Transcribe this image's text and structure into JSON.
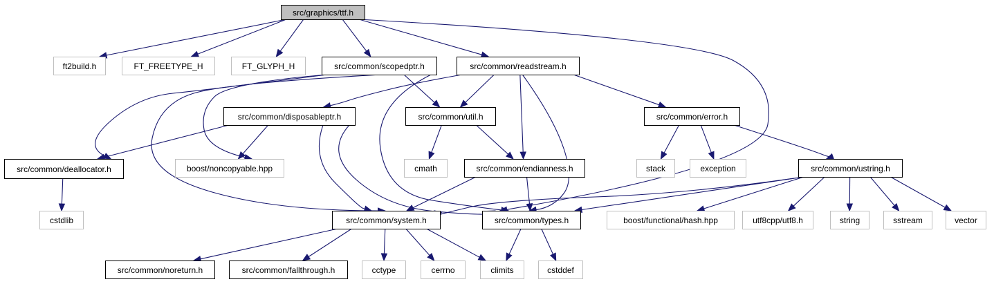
{
  "colors": {
    "edge": "#191970",
    "root_fill": "#bfbfbf",
    "root_stroke": "#000000",
    "documented_stroke": "#000000",
    "external_stroke": "#bfbfbf",
    "external_text": "#000000"
  },
  "nodes": [
    {
      "id": "ttf_h",
      "label": "src/graphics/ttf.h",
      "kind": "root"
    },
    {
      "id": "ft2build",
      "label": "ft2build.h",
      "kind": "external"
    },
    {
      "id": "ft_freetype",
      "label": "FT_FREETYPE_H",
      "kind": "external"
    },
    {
      "id": "ft_glyph",
      "label": "FT_GLYPH_H",
      "kind": "external"
    },
    {
      "id": "scopedptr",
      "label": "src/common/scopedptr.h",
      "kind": "documented"
    },
    {
      "id": "readstream",
      "label": "src/common/readstream.h",
      "kind": "documented"
    },
    {
      "id": "disposableptr",
      "label": "src/common/disposableptr.h",
      "kind": "documented"
    },
    {
      "id": "util",
      "label": "src/common/util.h",
      "kind": "documented"
    },
    {
      "id": "error",
      "label": "src/common/error.h",
      "kind": "documented"
    },
    {
      "id": "deallocator",
      "label": "src/common/deallocator.h",
      "kind": "documented"
    },
    {
      "id": "noncopyable",
      "label": "boost/noncopyable.hpp",
      "kind": "external"
    },
    {
      "id": "cmath",
      "label": "cmath",
      "kind": "external"
    },
    {
      "id": "endianness",
      "label": "src/common/endianness.h",
      "kind": "documented"
    },
    {
      "id": "stack",
      "label": "stack",
      "kind": "external"
    },
    {
      "id": "exception",
      "label": "exception",
      "kind": "external"
    },
    {
      "id": "ustring",
      "label": "src/common/ustring.h",
      "kind": "documented"
    },
    {
      "id": "cstdlib",
      "label": "cstdlib",
      "kind": "external"
    },
    {
      "id": "system",
      "label": "src/common/system.h",
      "kind": "documented"
    },
    {
      "id": "types",
      "label": "src/common/types.h",
      "kind": "documented"
    },
    {
      "id": "hash",
      "label": "boost/functional/hash.hpp",
      "kind": "external"
    },
    {
      "id": "utf8",
      "label": "utf8cpp/utf8.h",
      "kind": "external"
    },
    {
      "id": "string",
      "label": "string",
      "kind": "external"
    },
    {
      "id": "sstream",
      "label": "sstream",
      "kind": "external"
    },
    {
      "id": "vector",
      "label": "vector",
      "kind": "external"
    },
    {
      "id": "noreturn",
      "label": "src/common/noreturn.h",
      "kind": "documented"
    },
    {
      "id": "fallthrough",
      "label": "src/common/fallthrough.h",
      "kind": "documented"
    },
    {
      "id": "cctype",
      "label": "cctype",
      "kind": "external"
    },
    {
      "id": "cerrno",
      "label": "cerrno",
      "kind": "external"
    },
    {
      "id": "climits",
      "label": "climits",
      "kind": "external"
    },
    {
      "id": "cstddef",
      "label": "cstddef",
      "kind": "external"
    }
  ],
  "edges": [
    [
      "ttf_h",
      "ft2build"
    ],
    [
      "ttf_h",
      "ft_freetype"
    ],
    [
      "ttf_h",
      "ft_glyph"
    ],
    [
      "ttf_h",
      "scopedptr"
    ],
    [
      "ttf_h",
      "readstream"
    ],
    [
      "ttf_h",
      "types"
    ],
    [
      "scopedptr",
      "deallocator"
    ],
    [
      "scopedptr",
      "noncopyable"
    ],
    [
      "scopedptr",
      "util"
    ],
    [
      "scopedptr",
      "system"
    ],
    [
      "scopedptr",
      "types"
    ],
    [
      "readstream",
      "disposableptr"
    ],
    [
      "readstream",
      "util"
    ],
    [
      "readstream",
      "endianness"
    ],
    [
      "readstream",
      "error"
    ],
    [
      "readstream",
      "types"
    ],
    [
      "disposableptr",
      "deallocator"
    ],
    [
      "disposableptr",
      "noncopyable"
    ],
    [
      "disposableptr",
      "system"
    ],
    [
      "disposableptr",
      "types"
    ],
    [
      "util",
      "cmath"
    ],
    [
      "util",
      "endianness"
    ],
    [
      "error",
      "stack"
    ],
    [
      "error",
      "exception"
    ],
    [
      "error",
      "ustring"
    ],
    [
      "deallocator",
      "cstdlib"
    ],
    [
      "endianness",
      "system"
    ],
    [
      "endianness",
      "types"
    ],
    [
      "ustring",
      "system"
    ],
    [
      "ustring",
      "types"
    ],
    [
      "ustring",
      "hash"
    ],
    [
      "ustring",
      "utf8"
    ],
    [
      "ustring",
      "string"
    ],
    [
      "ustring",
      "sstream"
    ],
    [
      "ustring",
      "vector"
    ],
    [
      "system",
      "noreturn"
    ],
    [
      "system",
      "fallthrough"
    ],
    [
      "system",
      "cctype"
    ],
    [
      "system",
      "cerrno"
    ],
    [
      "system",
      "climits"
    ],
    [
      "types",
      "climits"
    ],
    [
      "types",
      "cstddef"
    ]
  ]
}
